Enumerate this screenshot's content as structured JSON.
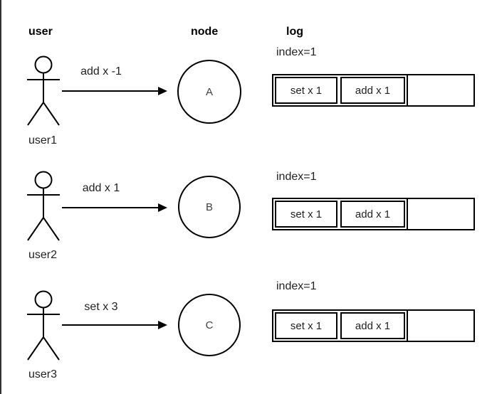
{
  "colors": {
    "background": "#ffffff",
    "stroke": "#000000",
    "page_edge": "#333333",
    "node_letter": "#404040"
  },
  "icons": {
    "user_icon": "stick-figure"
  },
  "headers": {
    "user": "user",
    "node": "node",
    "log": "log"
  },
  "rows": [
    {
      "user_label": "user1",
      "message": "add x -1",
      "node_label": "A",
      "log": {
        "index_label": "index=1",
        "cells": [
          "set x 1",
          "add x 1",
          ""
        ]
      }
    },
    {
      "user_label": "user2",
      "message": "add x 1",
      "node_label": "B",
      "log": {
        "index_label": "index=1",
        "cells": [
          "set x 1",
          "add x 1",
          ""
        ]
      }
    },
    {
      "user_label": "user3",
      "message": "set x 3",
      "node_label": "C",
      "log": {
        "index_label": "index=1",
        "cells": [
          "set x 1",
          "add x 1",
          ""
        ]
      }
    }
  ]
}
